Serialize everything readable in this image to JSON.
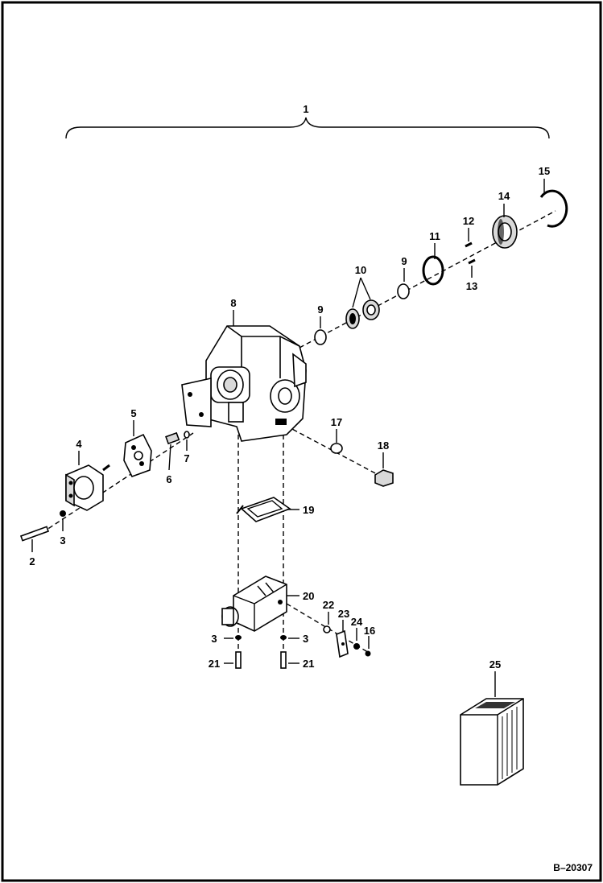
{
  "diagram": {
    "reference": "B–20307",
    "callouts": {
      "c1": "1",
      "c2": "2",
      "c3a": "3",
      "c3b": "3",
      "c3c": "3",
      "c4": "4",
      "c5": "5",
      "c6": "6",
      "c7": "7",
      "c8": "8",
      "c9a": "9",
      "c9b": "9",
      "c10": "10",
      "c11": "11",
      "c12": "12",
      "c13": "13",
      "c14": "14",
      "c15": "15",
      "c16": "16",
      "c17": "17",
      "c18": "18",
      "c19": "19",
      "c20": "20",
      "c21a": "21",
      "c21b": "21",
      "c22": "22",
      "c23": "23",
      "c24": "24",
      "c25": "25"
    }
  }
}
